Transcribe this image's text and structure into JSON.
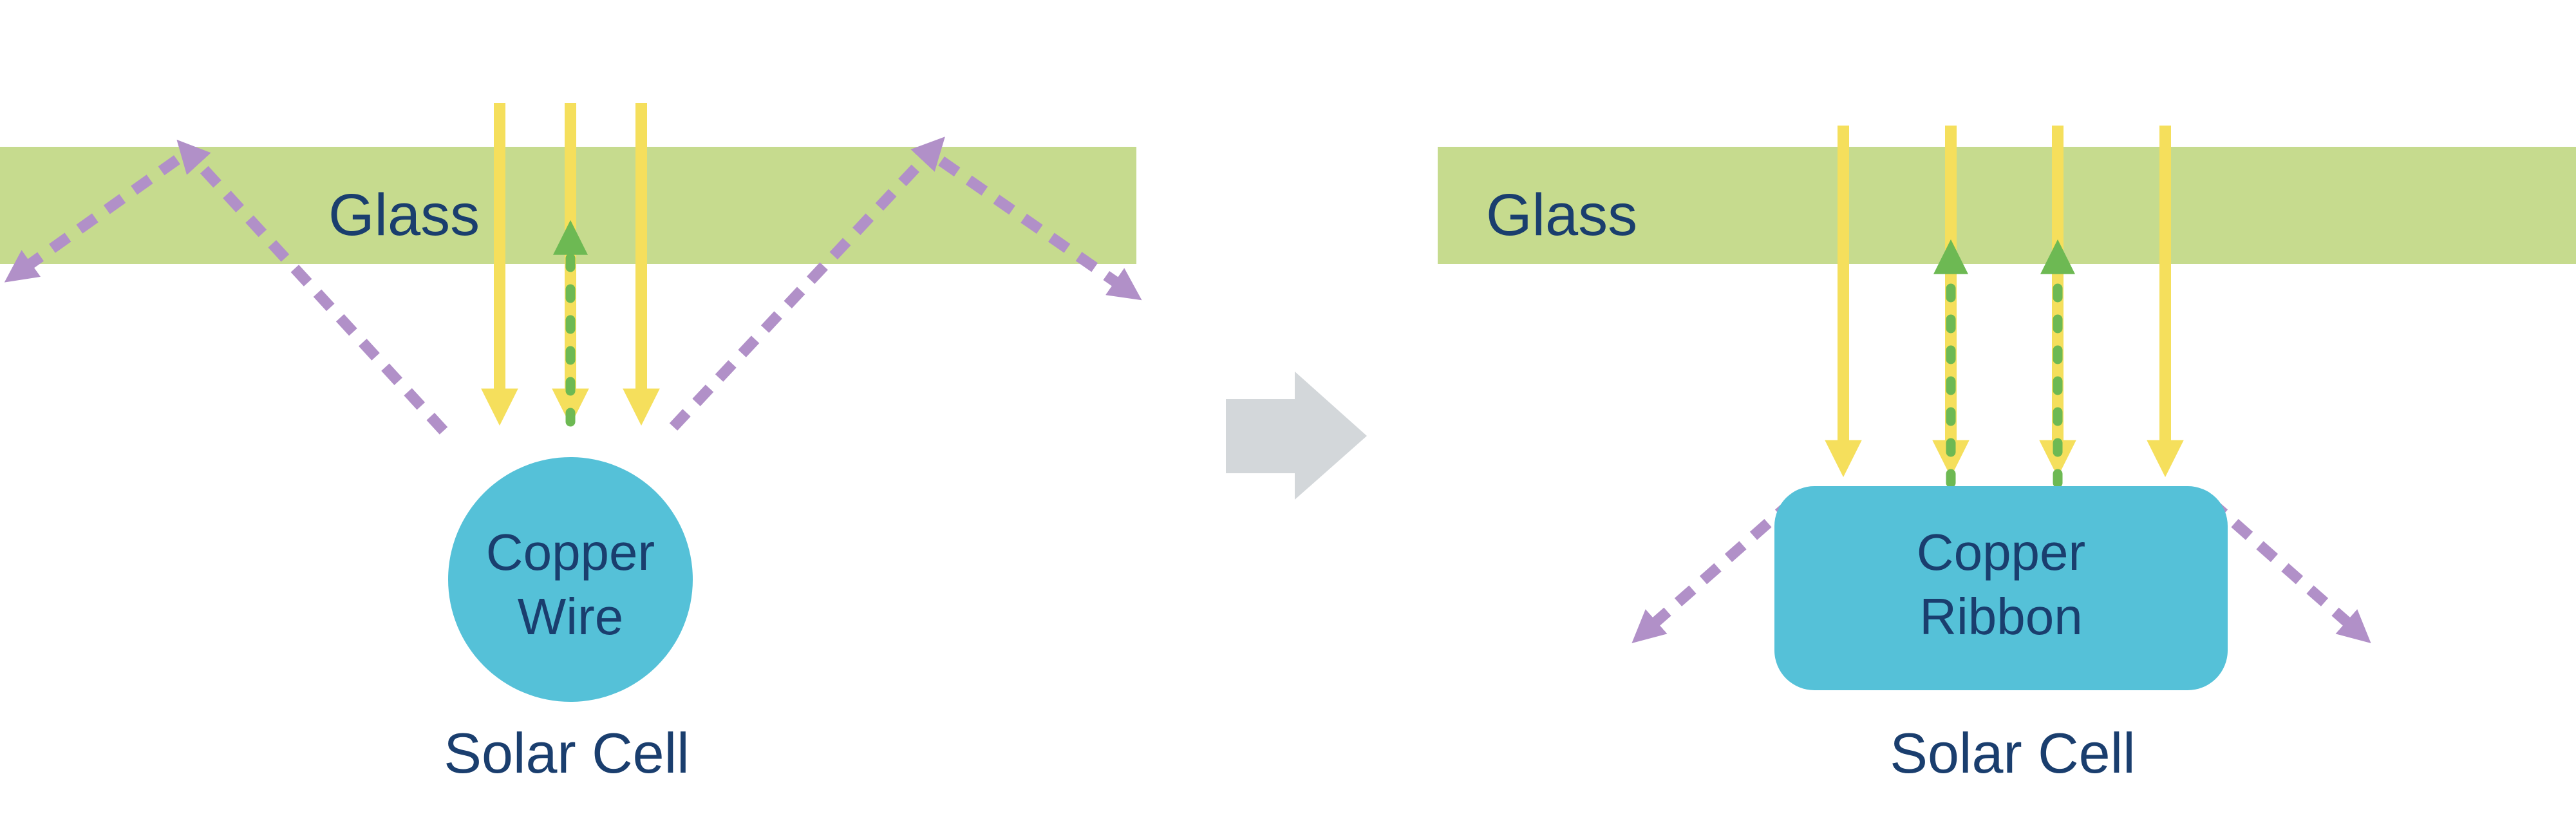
{
  "left_panel": {
    "glass_label": "Glass",
    "conductor_line1": "Copper",
    "conductor_line2": "Wire",
    "cell_label": "Solar Cell"
  },
  "right_panel": {
    "glass_label": "Glass",
    "conductor_line1": "Copper",
    "conductor_line2": "Ribbon",
    "cell_label": "Solar Cell"
  },
  "icons": {
    "incoming_light": "down-arrow-icon",
    "reflected_light": "dashed-up-arrow-icon",
    "scattered_light": "dashed-diagonal-arrow-icon",
    "transition": "right-block-arrow-icon"
  },
  "colors": {
    "glass": "#c6db8e",
    "incoming_light": "#f5df5c",
    "reflected_light": "#6db953",
    "scattered_light": "#b190c8",
    "conductor": "#55c1d8",
    "text": "#1a3e6e",
    "transition_arrow": "#d3d7da",
    "background": "#ffffff"
  }
}
